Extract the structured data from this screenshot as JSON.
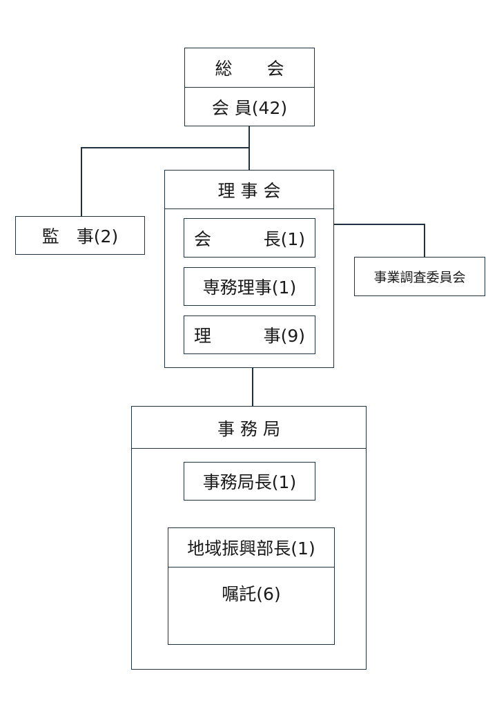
{
  "soukai": {
    "title": "総　　会",
    "members": "会 員(42)"
  },
  "kanji": {
    "label": "監　事(2)"
  },
  "rijikai": {
    "title": "理 事 会",
    "kaicho": {
      "left": "会",
      "right": "長(1)"
    },
    "senmu": {
      "label": "専務理事(1)"
    },
    "riji": {
      "left": "理",
      "right": "事(9)"
    }
  },
  "iinkai": {
    "label": "事業調査委員会"
  },
  "jimukyoku": {
    "title": "事 務 局",
    "kyokucho": {
      "label": "事務局長(1)"
    },
    "bucho": {
      "label": "地域振興部長(1)"
    },
    "shokutaku": {
      "label": "嘱託(6)"
    }
  }
}
